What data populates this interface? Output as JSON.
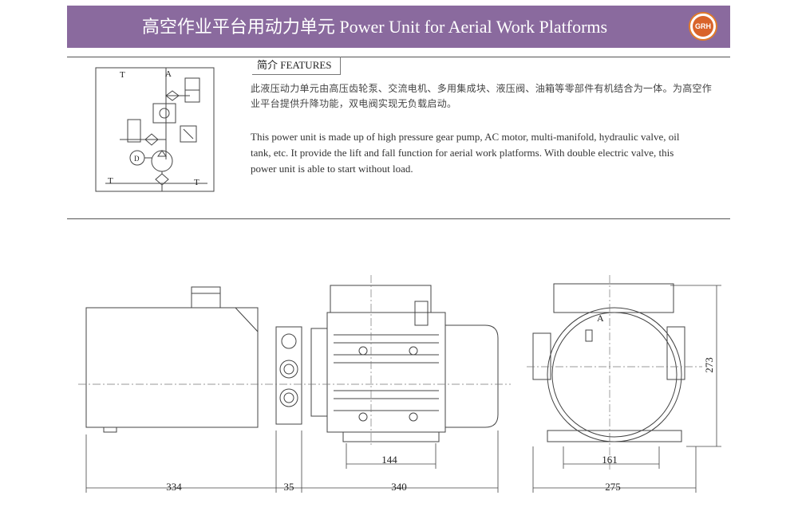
{
  "header": {
    "title": "高空作业平台用动力单元 Power Unit for Aerial Work Platforms",
    "logo_text": "GRH",
    "band_color": "#8a6a9e"
  },
  "features": {
    "tab_label": "简介 FEATURES",
    "chinese_text": "此液压动力单元由高压齿轮泵、交流电机、多用集成块、液压阀、油箱等零部件有机结合为一体。为高空作业平台提供升降功能，双电阀实现无负载启动。",
    "english_text": "This power unit is made up of high pressure gear pump, AC motor, multi-manifold, hydraulic valve, oil tank, etc. It provide the lift and fall function for aerial work platforms. With double electric valve, this power unit is able to start without load."
  },
  "schematic": {
    "port_t_left": "T",
    "port_a": "A",
    "port_t_bottom_left": "T",
    "port_t_bottom_right": "T",
    "motor_symbol": "D"
  },
  "drawing": {
    "dim_tank": "334",
    "dim_manifold": "35",
    "dim_motor": "340",
    "dim_motor_base": "144",
    "dim_width": "275",
    "dim_base_width": "161",
    "dim_height": "273",
    "port_label": "A"
  }
}
